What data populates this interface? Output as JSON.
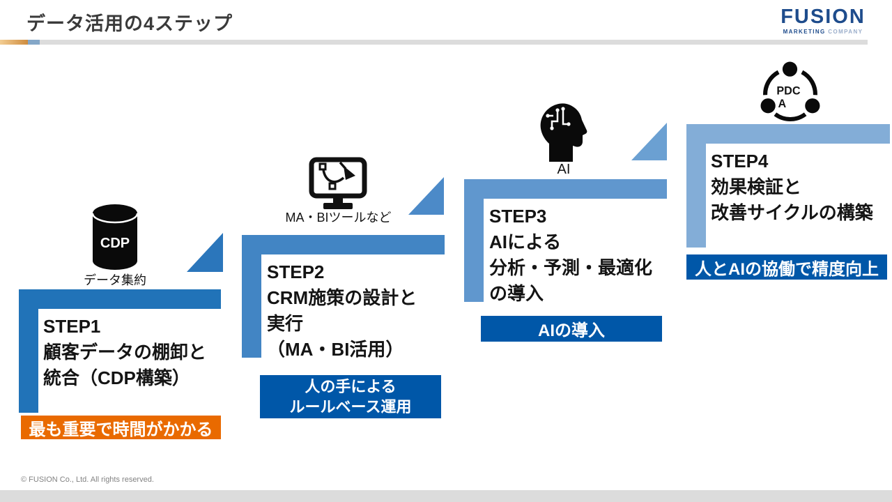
{
  "header": {
    "title": "データ活用の4ステップ",
    "logo": {
      "name": "FUSION",
      "tagline_bold": "MARKETING",
      "tagline_light": "COMPANY"
    }
  },
  "steps": [
    {
      "label": "STEP1",
      "icon": "database-cdp-icon",
      "icon_text": "CDP",
      "icon_label": "データ集約",
      "lines": [
        "STEP1",
        "顧客データの棚卸と",
        "統合（CDP構築）"
      ],
      "badge_lines": [
        "最も重要で時間がかかる"
      ],
      "accent": "#2173B8",
      "badge_color": "#E96A00"
    },
    {
      "label": "STEP2",
      "icon": "monitor-bezier-icon",
      "icon_label": "MA・BIツールなど",
      "lines": [
        "STEP2",
        "CRM施策の設計と",
        "実行",
        "（MA・BI活用）"
      ],
      "badge_lines": [
        "人の手による",
        "ルールベース運用"
      ],
      "accent": "#4285C4",
      "badge_color": "#0057A8"
    },
    {
      "label": "STEP3",
      "icon": "ai-head-icon",
      "icon_label": "AI",
      "lines": [
        "STEP3",
        "AIによる",
        "分析・予測・最適化",
        "の導入"
      ],
      "badge_lines": [
        "AIの導入"
      ],
      "accent": "#6097CE",
      "badge_color": "#0057A8"
    },
    {
      "label": "STEP4",
      "icon": "pdca-cycle-icon",
      "icon_text_lines": [
        "PDC",
        "A"
      ],
      "lines": [
        "STEP4",
        "効果検証と",
        "改善サイクルの構築"
      ],
      "badge_lines": [
        "人とAIの協働で精度向上"
      ],
      "accent": "#83ADD7",
      "badge_color": "#0057A8"
    }
  ],
  "triangles": [
    {
      "color": "#2B76BB"
    },
    {
      "color": "#4C8AC8"
    },
    {
      "color": "#6BA0D2"
    }
  ],
  "decor": {
    "rule_blue": "#84A7C8",
    "rule_gray": "#DCDCDC",
    "logo_navy": "#1E4C8C",
    "logo_light": "#9BAECB"
  },
  "footer": {
    "copyright": "© FUSION Co., Ltd. All rights reserved."
  }
}
